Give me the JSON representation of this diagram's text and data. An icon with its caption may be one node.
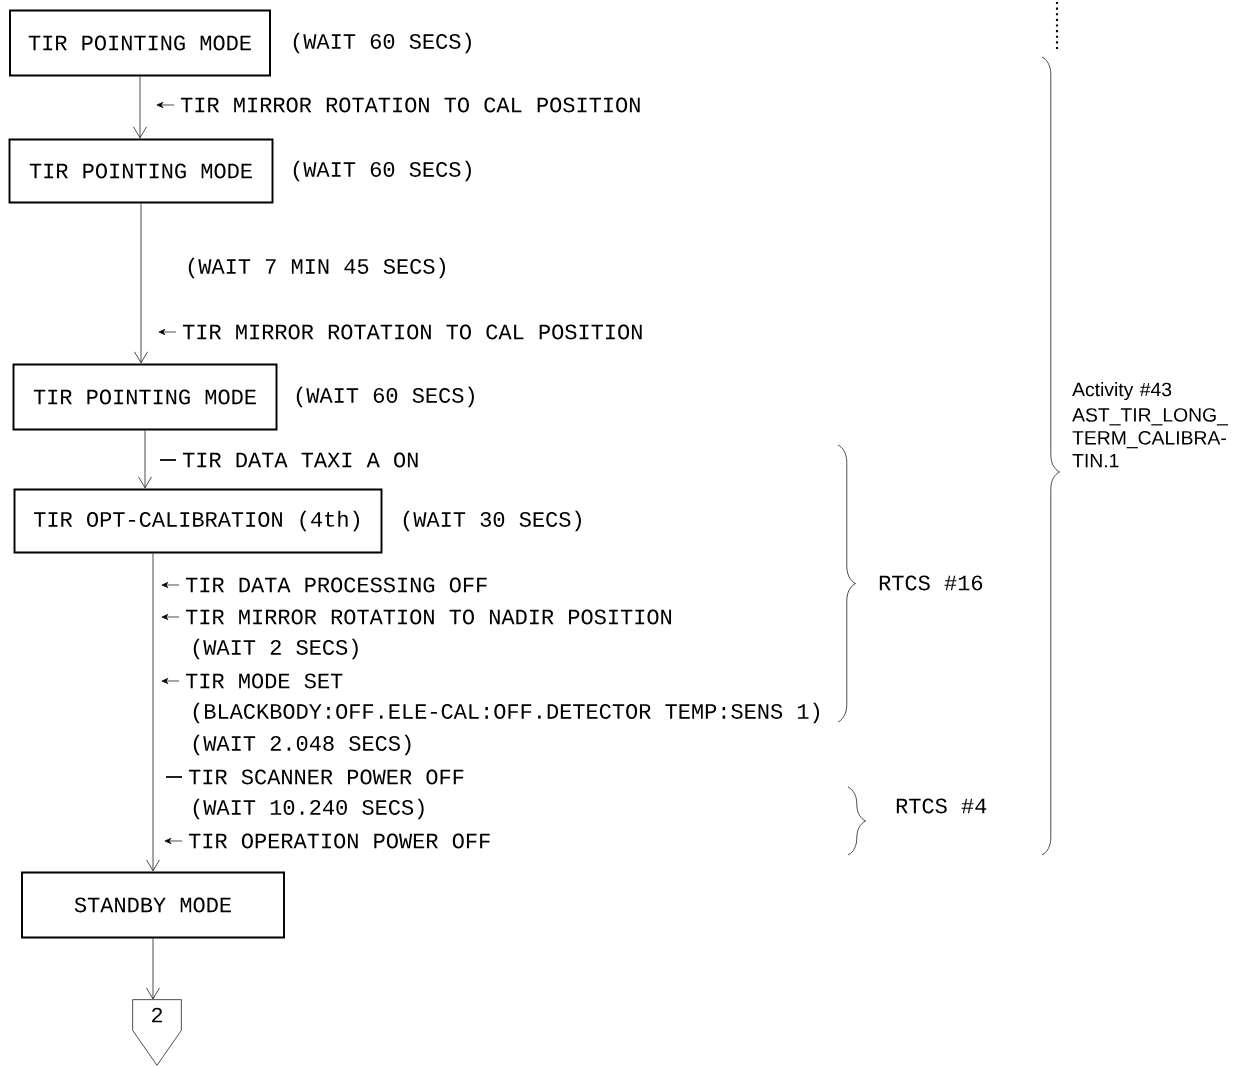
{
  "diagram": {
    "nodes": [
      {
        "text": [
          "TIR POINTING MODE"
        ],
        "beside": [
          "(WAIT 60 SECS)"
        ]
      },
      {
        "text": [
          "TIR POINTING MODE"
        ],
        "beside": [
          "(WAIT 60 SECS)"
        ]
      },
      {
        "text": [
          "TIR POINTING MODE"
        ],
        "beside": [
          "(WAIT 60 SECS)"
        ]
      },
      {
        "text": [
          "TIR OPT-CALIBRATION (4th)"
        ],
        "beside": [
          "(WAIT 30 SECS)"
        ]
      },
      {
        "text": [
          "STANDBY MODE"
        ]
      },
      {
        "text": [
          "2"
        ]
      }
    ],
    "edges": [
      {
        "from": 0,
        "to": 1,
        "arrow": "to",
        "label": "TIR MIRROR ROTATION TO CAL POSITION"
      },
      {
        "from": 1,
        "to": 2,
        "arrow": "to",
        "label": "TIR MIRROR ROTATION TO CAL POSITION"
      },
      {
        "from": 2,
        "to": 3,
        "arrow": "to",
        "label": "TIR DATA TAXI A ON"
      },
      {
        "from": 3,
        "to": 4,
        "arrow": "to"
      },
      {
        "from": 4,
        "to": 5,
        "arrow": "to"
      }
    ],
    "labels": [
      "(WAIT 7 MIN 45 SECS)",
      "TIR DATA PROCESSING OFF",
      "TIR MIRROR ROTATION TO NADIR POSITION",
      "(WAIT 2 SECS)",
      "TIR MODE SET",
      "(BLACKBODY:OFF.ELE-CAL:OFF.DETECTOR TEMP:SENS 1)",
      "(WAIT 2.048 SECS)",
      "TIR SCANNER POWER OFF",
      "(WAIT 10.240 SECS)",
      "TIR OPERATION POWER OFF",
      "RTCS #16",
      "RTCS #4",
      "Activity #43",
      "AST_TIR_LONG_ TERM_CALIBRA- TIN.1"
    ]
  }
}
